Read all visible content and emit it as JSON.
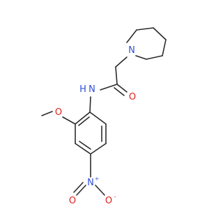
{
  "molecule": {
    "atoms": {
      "amide_n": {
        "element": "N",
        "label": "N",
        "color": "#2f4fd8"
      },
      "amide_h": {
        "element": "H",
        "label": "H",
        "color": "#2f4fd8"
      },
      "carbonyl_o": {
        "element": "O",
        "label": "O",
        "color": "#e0201b"
      },
      "methoxy_o": {
        "element": "O",
        "label": "O",
        "color": "#e0201b"
      },
      "piperidine_n": {
        "element": "N",
        "label": "N",
        "color": "#2f4fd8"
      },
      "nitro_n": {
        "element": "N",
        "label": "N",
        "color": "#2f4fd8"
      },
      "nitro_n_charge": {
        "label": "+",
        "color": "#2f4fd8"
      },
      "nitro_o_double": {
        "element": "O",
        "label": "O",
        "color": "#e0201b"
      },
      "nitro_o_minus": {
        "element": "O",
        "label": "O",
        "color": "#e0201b"
      },
      "nitro_o_charge": {
        "label": "-",
        "color": "#e0201b"
      }
    },
    "bond_color": "#2b2b2b"
  }
}
